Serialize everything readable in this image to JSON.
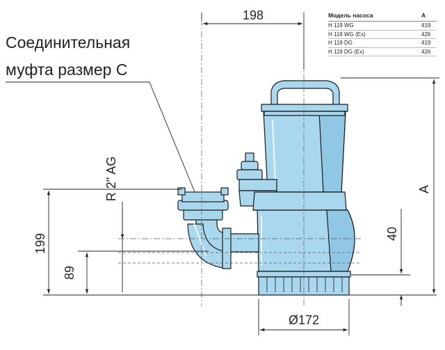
{
  "table": {
    "header": {
      "model": "Модель насоса",
      "a": "A"
    },
    "rows": [
      {
        "model": "H 119 WG",
        "a": "419"
      },
      {
        "model": "H 119 WG (Ex)",
        "a": "426"
      },
      {
        "model": "H 119 DG",
        "a": "419"
      },
      {
        "model": "H 119 DG (Ex)",
        "a": "426"
      }
    ]
  },
  "callout": {
    "line1": "Соединительная",
    "line2": "муфта размер С"
  },
  "dimensions": {
    "top_width": "198",
    "thread": "R 2\" AG",
    "height_left": "199",
    "height_outlet": "89",
    "height_right": "40",
    "overall": "A",
    "diameter": "Ø172"
  },
  "colors": {
    "pump_body": "#a9d7ee",
    "pump_shadow": "#8fc7e4",
    "lines": "#222222"
  }
}
